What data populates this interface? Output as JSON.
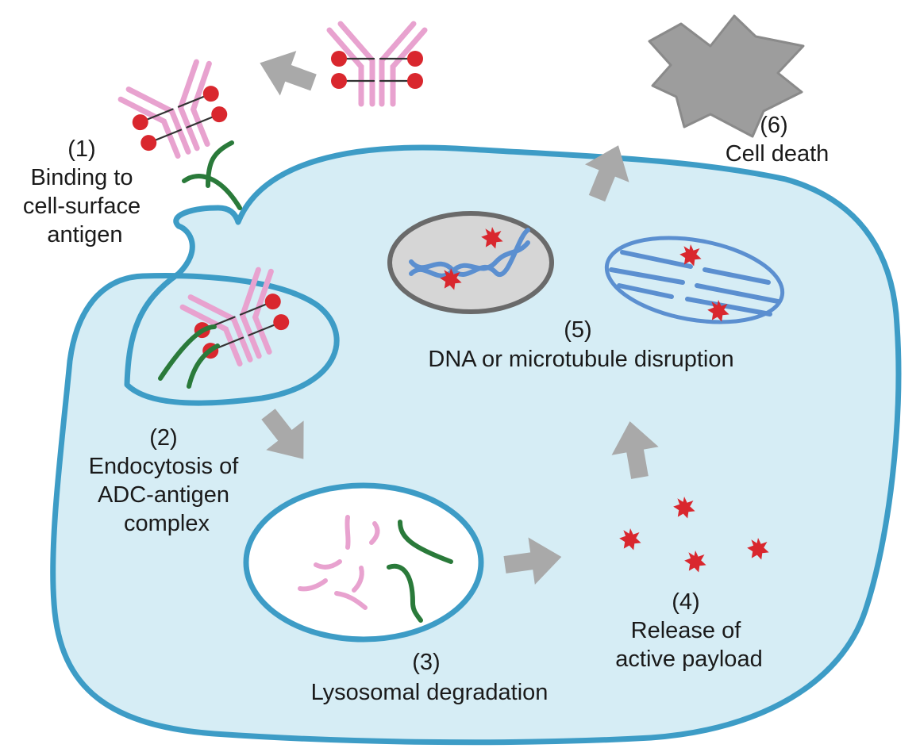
{
  "colors": {
    "cell_fill": "#d6edf5",
    "membrane": "#3d9cc6",
    "antibody": "#e8a2cf",
    "antigen": "#2a7a3a",
    "payload": "#d9272e",
    "linker": "#333333",
    "arrow": "#a9a9a9",
    "nucleus_border": "#6a6a6a",
    "nucleus_fill": "#d6d6d6",
    "dna": "#5b8fd0",
    "dead_cell": "#9d9d9d"
  },
  "steps": {
    "s1": {
      "number": "(1)",
      "lines": [
        "Binding to",
        "cell-surface",
        "antigen"
      ]
    },
    "s2": {
      "number": "(2)",
      "lines": [
        "Endocytosis of",
        "ADC-antigen",
        "complex"
      ]
    },
    "s3": {
      "number": "(3)",
      "lines": [
        "Lysosomal degradation"
      ]
    },
    "s4": {
      "number": "(4)",
      "lines": [
        "Release of",
        "active payload"
      ]
    },
    "s5": {
      "number": "(5)",
      "lines": [
        "DNA or microtubule disruption"
      ]
    },
    "s6": {
      "number": "(6)",
      "lines": [
        "Cell death"
      ]
    }
  },
  "icons": {
    "adc": "antibody-drug-conjugate-icon",
    "antigen": "antigen-icon",
    "payload": "payload-star-icon",
    "nucleus": "nucleus-icon",
    "microtubule": "microtubule-icon",
    "lysosome": "lysosome-icon",
    "dead_cell": "dead-cell-icon",
    "arrow": "process-arrow-icon"
  }
}
